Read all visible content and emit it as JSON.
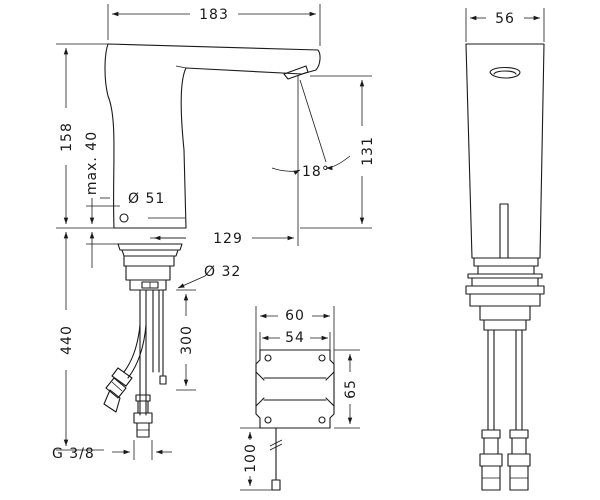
{
  "dimensions": {
    "width_183": "183",
    "width_56": "56",
    "height_158": "158",
    "max_40": "max. 40",
    "diameter_51": "Ø 51",
    "angle_18": "18°",
    "height_131": "131",
    "reach_129": "129",
    "diameter_32": "Ø 32",
    "length_440": "440",
    "hose_300": "300",
    "box_60": "60",
    "box_54": "54",
    "box_65": "65",
    "cable_100": "100",
    "thread_g38": "G 3/8"
  }
}
